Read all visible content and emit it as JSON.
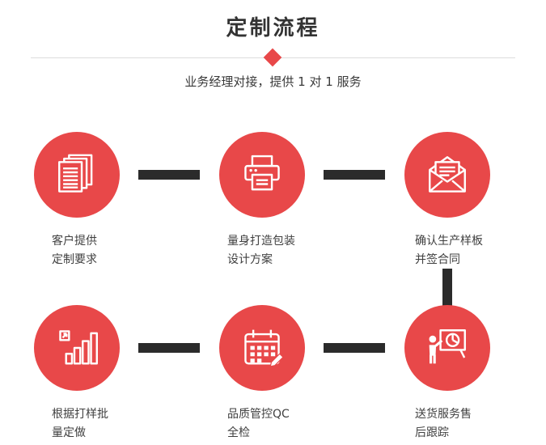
{
  "page": {
    "title": "定制流程",
    "subtitle": "业务经理对接，提供 1 对 1 服务"
  },
  "colors": {
    "accent": "#e84849",
    "connector": "#2b2b2b",
    "divider": "#dcdcdc",
    "title_text": "#333333",
    "label_text": "#404040"
  },
  "steps": [
    {
      "name": "customer-requirements",
      "icon": "documents-icon",
      "lines": [
        "客户提供",
        "定制要求"
      ]
    },
    {
      "name": "packaging-design",
      "icon": "printer-icon",
      "lines": [
        "量身打造包装",
        "设计方案"
      ]
    },
    {
      "name": "confirm-sample-contract",
      "icon": "envelope-icon",
      "lines": [
        "确认生产样板",
        "并签合同"
      ]
    },
    {
      "name": "batch-production",
      "icon": "bar-chart-icon",
      "lines": [
        "根据打样批",
        "量定做"
      ]
    },
    {
      "name": "qc-inspection",
      "icon": "calendar-icon",
      "lines": [
        "品质管控QC",
        "全检"
      ]
    },
    {
      "name": "delivery-tracking",
      "icon": "presentation-icon",
      "lines": [
        "送货服务售",
        "后跟踪"
      ]
    }
  ]
}
